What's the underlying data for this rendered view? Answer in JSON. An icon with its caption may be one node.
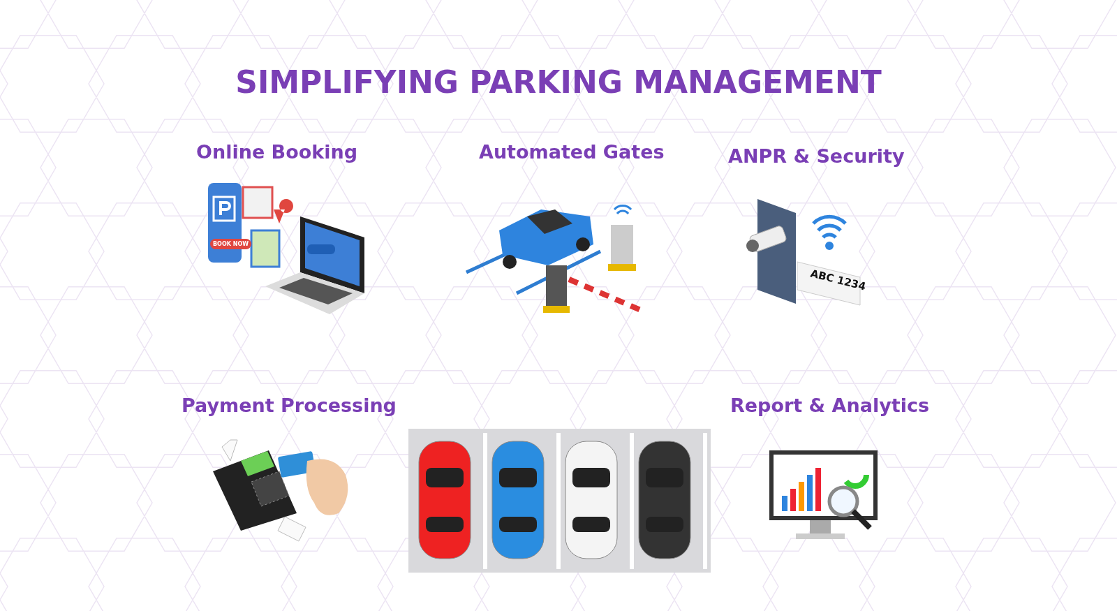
{
  "diagram": {
    "title": "SIMPLIFYING PARKING MANAGEMENT",
    "labels": [
      "Online Booking",
      "Automated Gates",
      "ANPR & Security",
      "Payment Processing",
      "Report & Analytics",
      "BOOK NOW",
      "ABC 1234"
    ]
  }
}
